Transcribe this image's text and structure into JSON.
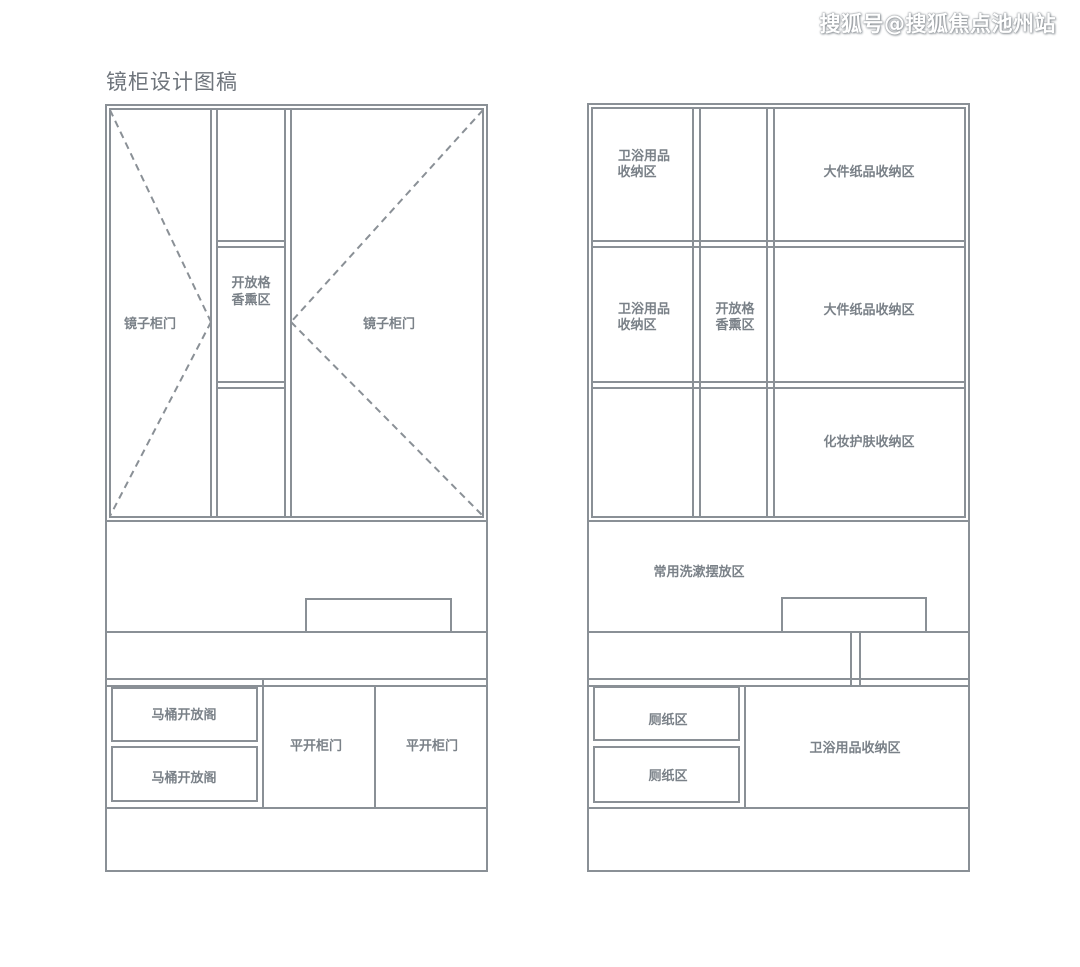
{
  "watermark": "搜狐号@搜狐焦点池州站",
  "title": "镜柜设计图稿",
  "colors": {
    "line": "#8a9096",
    "label": "#7a8188",
    "background": "#ffffff"
  },
  "left": {
    "mirror_door_left": "镜子柜门",
    "mirror_door_right": "镜子柜门",
    "open_shelf": [
      "开放格",
      "香熏区"
    ],
    "toilet_shelf_top": "马桶开放阁",
    "toilet_shelf_bottom": "马桶开放阁",
    "swing_door_1": "平开柜门",
    "swing_door_2": "平开柜门"
  },
  "right": {
    "bath_storage_1": [
      "卫浴用品",
      "收纳区"
    ],
    "large_paper_1": "大件纸品收纳区",
    "bath_storage_2": [
      "卫浴用品",
      "收纳区"
    ],
    "open_shelf": [
      "开放格",
      "香熏区"
    ],
    "large_paper_2": "大件纸品收纳区",
    "cosmetics": "化妆护肤收纳区",
    "wash_area": "常用洗漱摆放区",
    "tissue_1": "厕纸区",
    "tissue_2": "厕纸区",
    "bath_storage_3": "卫浴用品收纳区"
  }
}
